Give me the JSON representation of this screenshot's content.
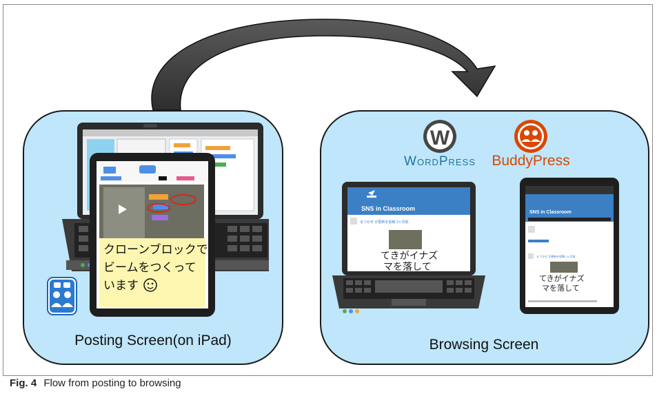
{
  "panels": {
    "posting": {
      "label": "Posting Screen(on iPad)"
    },
    "browsing": {
      "label": "Browsing Screen"
    }
  },
  "logos": {
    "wordpress": "WordPress",
    "buddypress": "BuddyPress"
  },
  "ipad_note": {
    "line1": "クローンブロックで",
    "line2": "ビームをつくって",
    "line3": "います"
  },
  "laptop_screen": {
    "site_title": "SNS in Classroom",
    "post_header": "まつかぜ が更新を投稿 2ヶ月前",
    "handwriting_line1": "てきがイナズ",
    "handwriting_line2": "マを落して"
  },
  "tablet_screen": {
    "site_title": "SNS in Classroom",
    "post_header": "まつかぜ が更新を投稿 2ヶ月前",
    "handwriting_line1": "てきがイナズ",
    "handwriting_line2": "マを落して"
  },
  "caption": {
    "label": "Fig. 4",
    "text": "Flow from posting to browsing"
  },
  "colors": {
    "panel_fill": "#bfe6fb",
    "arrow_fill": "#3d3d3d",
    "wordpress_blue": "#21759b",
    "buddypress_orange": "#d84800",
    "site_header_blue": "#3b7fc4"
  }
}
